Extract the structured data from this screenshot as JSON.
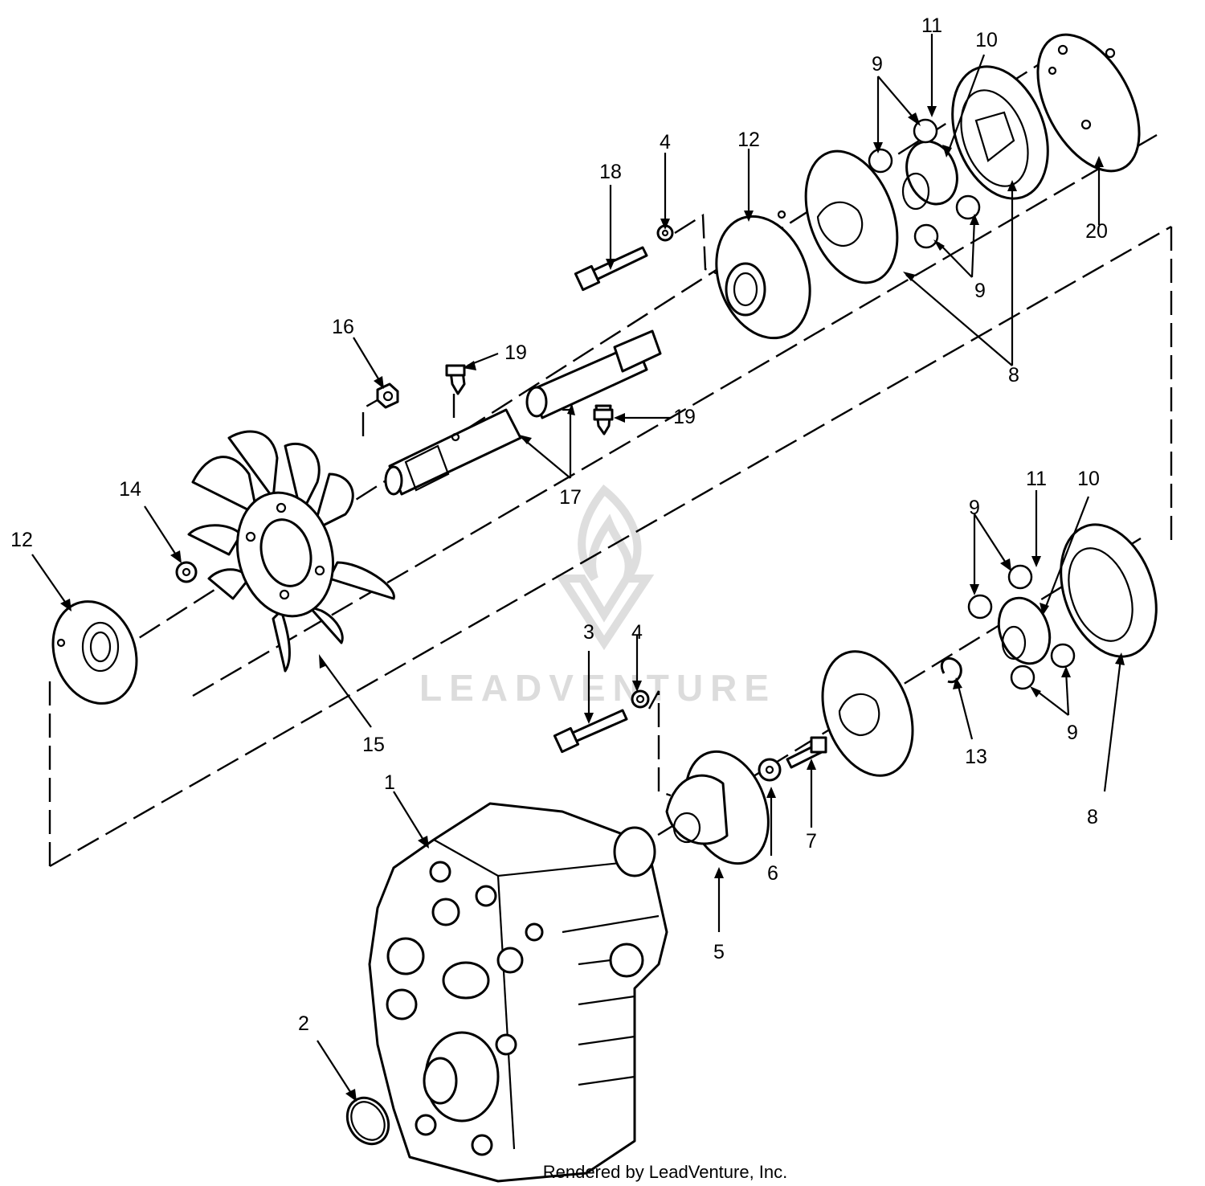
{
  "watermark": {
    "text": "LEADVENTURE",
    "logo": "leadventure-flame-logo"
  },
  "footer": {
    "text": "Rendered by LeadVenture, Inc."
  },
  "callouts": [
    {
      "id": "c1",
      "label": "1"
    },
    {
      "id": "c2",
      "label": "2"
    },
    {
      "id": "c3",
      "label": "3"
    },
    {
      "id": "c4a",
      "label": "4"
    },
    {
      "id": "c4b",
      "label": "4"
    },
    {
      "id": "c5",
      "label": "5"
    },
    {
      "id": "c6",
      "label": "6"
    },
    {
      "id": "c7",
      "label": "7"
    },
    {
      "id": "c8a",
      "label": "8"
    },
    {
      "id": "c8b",
      "label": "8"
    },
    {
      "id": "c9a",
      "label": "9"
    },
    {
      "id": "c9b",
      "label": "9"
    },
    {
      "id": "c9c",
      "label": "9"
    },
    {
      "id": "c9d",
      "label": "9"
    },
    {
      "id": "c10a",
      "label": "10"
    },
    {
      "id": "c10b",
      "label": "10"
    },
    {
      "id": "c11a",
      "label": "11"
    },
    {
      "id": "c11b",
      "label": "11"
    },
    {
      "id": "c12a",
      "label": "12"
    },
    {
      "id": "c12b",
      "label": "12"
    },
    {
      "id": "c13",
      "label": "13"
    },
    {
      "id": "c14",
      "label": "14"
    },
    {
      "id": "c15",
      "label": "15"
    },
    {
      "id": "c16",
      "label": "16"
    },
    {
      "id": "c17",
      "label": "17"
    },
    {
      "id": "c18",
      "label": "18"
    },
    {
      "id": "c19a",
      "label": "19"
    },
    {
      "id": "c19b",
      "label": "19"
    },
    {
      "id": "c20",
      "label": "20"
    }
  ]
}
